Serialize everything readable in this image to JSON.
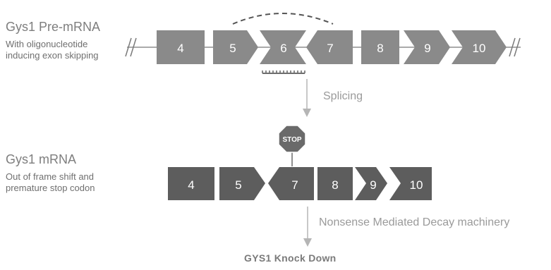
{
  "premrna": {
    "title": "Gys1 Pre-mRNA",
    "subtitle_line1": "With oligonucleotide",
    "subtitle_line2": "inducing exon skipping",
    "exons": [
      "4",
      "5",
      "6",
      "7",
      "8",
      "9",
      "10"
    ]
  },
  "splicing_label": "Splicing",
  "mrna": {
    "title": "Gys1 mRNA",
    "subtitle_line1": "Out of frame shift and",
    "subtitle_line2": "premature stop codon",
    "exons": [
      "4",
      "5",
      "7",
      "8",
      "9",
      "10"
    ],
    "stop_label": "STOP"
  },
  "decay_label": "Nonsense Mediated Decay machinery",
  "result_label": "GYS1 Knock Down",
  "colors": {
    "premrna_exon": "#8a8a8a",
    "mrna_exon": "#5d5d5d",
    "line": "#8f8f8f",
    "stop_sign": "#6a6a6a",
    "arrow": "#b5b5b5",
    "oligo": "#6d6d6d"
  }
}
